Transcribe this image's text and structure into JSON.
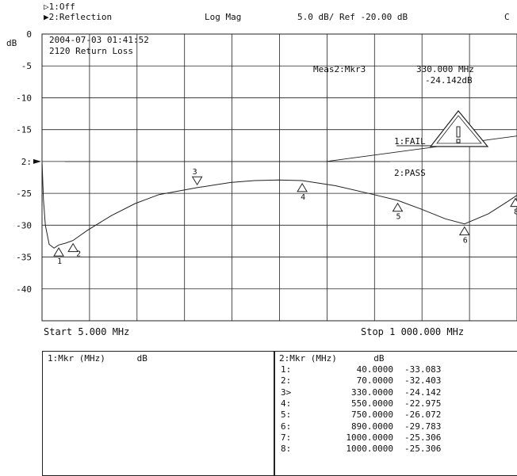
{
  "header": {
    "trace1": "▷1:Off",
    "trace2": "▶2:Reflection",
    "format": "Log Mag",
    "scale": "5.0 dB/ Ref -20.00 dB",
    "flag": "C"
  },
  "screen": {
    "timestamp": "2004-07-03 01:41:52",
    "title": "2120 Return Loss",
    "y_unit": "dB",
    "ref_marker": "2:",
    "meas_label": "Meas2:Mkr3",
    "meas_freq": "330.000 MHz",
    "meas_value": "-24.142dB",
    "limit_fail": "1:FAIL",
    "limit_pass": "2:PASS",
    "warning_glyph": "!",
    "start": "Start 5.000 MHz",
    "stop": "Stop 1 000.000 MHz"
  },
  "chart_data": {
    "type": "line",
    "xlim": [
      5,
      1000
    ],
    "ylim": [
      -45,
      0
    ],
    "xlabel": "",
    "ylabel": "dB",
    "y_ticks": [
      0,
      -5,
      -10,
      -15,
      -20,
      -25,
      -30,
      -35,
      -40
    ],
    "y_tick_labels": [
      "0",
      "-5",
      "-10",
      "-15",
      "2:",
      "-25",
      "-30",
      "-35",
      "-40"
    ],
    "grid": true,
    "series": [
      {
        "x": [
          5,
          8,
          12,
          20,
          30,
          40,
          55,
          70,
          100,
          150,
          200,
          250,
          330,
          400,
          450,
          500,
          550,
          620,
          700,
          750,
          800,
          850,
          890,
          940,
          980,
          1000
        ],
        "y": [
          -20,
          -26,
          -30,
          -33,
          -33.6,
          -33.1,
          -32.8,
          -32.4,
          -30.8,
          -28.5,
          -26.6,
          -25.2,
          -24.1,
          -23.3,
          -23,
          -22.9,
          -23,
          -23.8,
          -25.2,
          -26.1,
          -27.5,
          -29,
          -29.8,
          -28.2,
          -26.3,
          -25.3
        ]
      }
    ],
    "limit_lines": [
      {
        "label": "1:FAIL",
        "x": [
          5,
          1000
        ],
        "y": [
          -20,
          -20
        ]
      },
      {
        "label": "2:PASS",
        "x": [
          600,
          1000
        ],
        "y": [
          -20,
          -16
        ]
      }
    ],
    "markers": [
      {
        "label": "1",
        "x": 40,
        "y": -33.083
      },
      {
        "label": "2",
        "x": 70,
        "y": -32.403
      },
      {
        "label": "3",
        "x": 330,
        "y": -24.142
      },
      {
        "label": "4",
        "x": 550,
        "y": -22.975
      },
      {
        "label": "5",
        "x": 750,
        "y": -26.072
      },
      {
        "label": "6",
        "x": 890,
        "y": -29.783
      },
      {
        "label": "7",
        "x": 1000,
        "y": -25.306
      },
      {
        "label": "8",
        "x": 1000,
        "y": -25.306
      }
    ]
  },
  "table1": {
    "header": "1:Mkr (MHz)      dB"
  },
  "table2": {
    "header": "2:Mkr (MHz)       dB",
    "rows": [
      {
        "idx": "1:",
        "freq": "40.0000",
        "db": "-33.083"
      },
      {
        "idx": "2:",
        "freq": "70.0000",
        "db": "-32.403"
      },
      {
        "idx": "3>",
        "freq": "330.0000",
        "db": "-24.142"
      },
      {
        "idx": "4:",
        "freq": "550.0000",
        "db": "-22.975"
      },
      {
        "idx": "5:",
        "freq": "750.0000",
        "db": "-26.072"
      },
      {
        "idx": "6:",
        "freq": "890.0000",
        "db": "-29.783"
      },
      {
        "idx": "7:",
        "freq": "1000.0000",
        "db": "-25.306"
      },
      {
        "idx": "8:",
        "freq": "1000.0000",
        "db": "-25.306"
      }
    ]
  }
}
